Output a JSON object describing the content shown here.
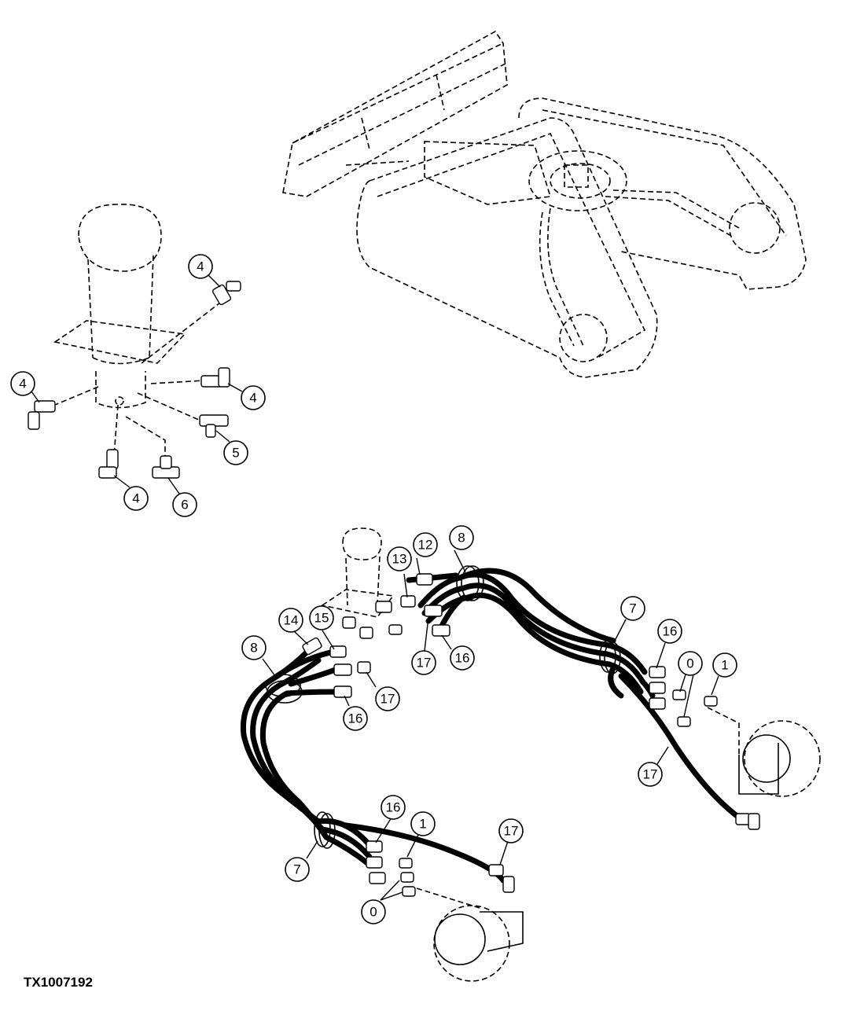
{
  "figure_id": "TX1007192",
  "callouts": {
    "c_4a": "4",
    "c_4b": "4",
    "c_4c": "4",
    "c_4d": "4",
    "c_5": "5",
    "c_6": "6",
    "c_12": "12",
    "c_8a": "8",
    "c_13": "13",
    "c_14": "14",
    "c_15": "15",
    "c_8b": "8",
    "c_17a": "17",
    "c_16a": "16",
    "c_17b": "17",
    "c_16b": "16",
    "c_7a": "7",
    "c_16c": "16",
    "c_0a": "0",
    "c_1a": "1",
    "c_17c": "17",
    "c_16d": "16",
    "c_1b": "1",
    "c_17d": "17",
    "c_7b": "7",
    "c_0b": "0"
  }
}
